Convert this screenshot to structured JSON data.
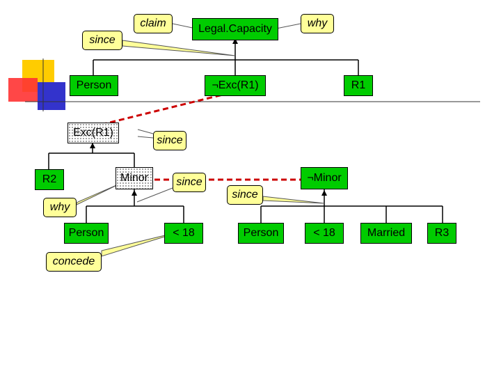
{
  "colors": {
    "node_fill": "#00cc00",
    "callout_fill": "#ffff99",
    "dashed_link": "#cc0000",
    "dotted_node": "#ffffff"
  },
  "nodes": {
    "legal_capacity": "Legal.Capacity",
    "person_top": "Person",
    "not_exc_r1": "¬Exc(R1)",
    "r1": "R1",
    "exc_r1": "Exc(R1)",
    "r2": "R2",
    "minor_left": "Minor",
    "not_minor": "¬Minor",
    "person_bottom_left": "Person",
    "lt18_left": "< 18",
    "person_bottom_mid": "Person",
    "lt18_right": "< 18",
    "married": "Married",
    "r3": "R3"
  },
  "callouts": {
    "claim": "claim",
    "why_top": "why",
    "since_top": "since",
    "since_mid": "since",
    "since_center": "since",
    "since_right": "since",
    "why_left": "why",
    "concede": "concede"
  }
}
